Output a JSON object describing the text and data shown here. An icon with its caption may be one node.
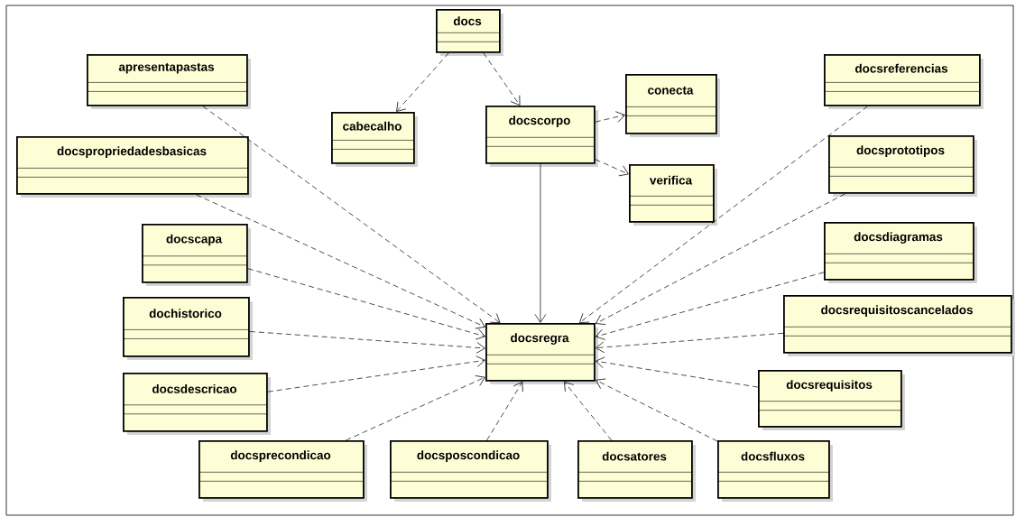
{
  "diagram": {
    "nodes": [
      {
        "text": [
          "docs"
        ]
      },
      {
        "text": [
          "cabecalho"
        ]
      },
      {
        "text": [
          "docscorpo"
        ]
      },
      {
        "text": [
          "conecta"
        ]
      },
      {
        "text": [
          "verifica"
        ]
      },
      {
        "text": [
          "apresentapastas"
        ]
      },
      {
        "text": [
          "docspropriedadesbasicas"
        ]
      },
      {
        "text": [
          "docscapa"
        ]
      },
      {
        "text": [
          "dochistorico"
        ]
      },
      {
        "text": [
          "docsdescricao"
        ]
      },
      {
        "text": [
          "docsprecondicao"
        ]
      },
      {
        "text": [
          "docsposcondicao"
        ]
      },
      {
        "text": [
          "docsatores"
        ]
      },
      {
        "text": [
          "docsfluxos"
        ]
      },
      {
        "text": [
          "docsregra"
        ]
      },
      {
        "text": [
          "docsreferencias"
        ]
      },
      {
        "text": [
          "docsprototipos"
        ]
      },
      {
        "text": [
          "docsdiagramas"
        ]
      },
      {
        "text": [
          "docsrequisitoscancelados"
        ]
      },
      {
        "text": [
          "docsrequisitos"
        ]
      }
    ],
    "edges": [
      {
        "from": 0,
        "to": 1,
        "arrow": "to",
        "style": "dashed"
      },
      {
        "from": 0,
        "to": 2,
        "arrow": "to",
        "style": "dashed"
      },
      {
        "from": 2,
        "to": 3,
        "arrow": "to",
        "style": "dashed"
      },
      {
        "from": 2,
        "to": 4,
        "arrow": "to",
        "style": "dashed"
      },
      {
        "from": 2,
        "to": 14,
        "arrow": "to"
      },
      {
        "from": 5,
        "to": 14,
        "arrow": "to",
        "style": "dashed"
      },
      {
        "from": 6,
        "to": 14,
        "arrow": "to",
        "style": "dashed"
      },
      {
        "from": 7,
        "to": 14,
        "arrow": "to",
        "style": "dashed"
      },
      {
        "from": 8,
        "to": 14,
        "arrow": "to",
        "style": "dashed"
      },
      {
        "from": 9,
        "to": 14,
        "arrow": "to",
        "style": "dashed"
      },
      {
        "from": 10,
        "to": 14,
        "arrow": "to",
        "style": "dashed"
      },
      {
        "from": 11,
        "to": 14,
        "arrow": "to",
        "style": "dashed"
      },
      {
        "from": 12,
        "to": 14,
        "arrow": "to",
        "style": "dashed"
      },
      {
        "from": 13,
        "to": 14,
        "arrow": "to",
        "style": "dashed"
      },
      {
        "from": 15,
        "to": 14,
        "arrow": "to",
        "style": "dashed"
      },
      {
        "from": 16,
        "to": 14,
        "arrow": "to",
        "style": "dashed"
      },
      {
        "from": 17,
        "to": 14,
        "arrow": "to",
        "style": "dashed"
      },
      {
        "from": 18,
        "to": 14,
        "arrow": "to",
        "style": "dashed"
      },
      {
        "from": 19,
        "to": 14,
        "arrow": "to",
        "style": "dashed"
      }
    ]
  }
}
